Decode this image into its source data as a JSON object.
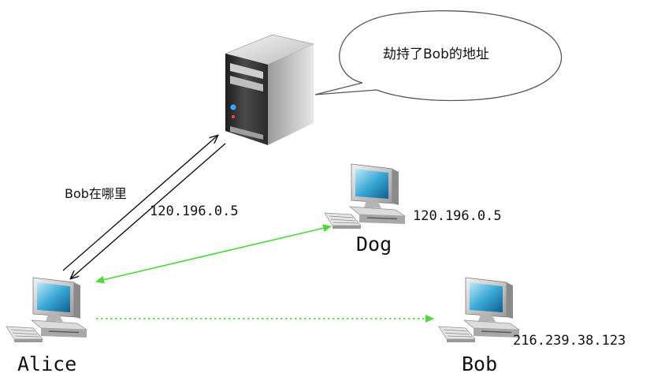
{
  "bubble": {
    "text": "劫持了Bob的地址"
  },
  "query": {
    "label": "Bob在哪里",
    "reply_ip": "120.196.0.5"
  },
  "nodes": {
    "dog": {
      "name": "Dog",
      "ip": "120.196.0.5"
    },
    "alice": {
      "name": "Alice"
    },
    "bob": {
      "name": "Bob",
      "ip": "216.239.38.123"
    }
  },
  "colors": {
    "link_to_dog": "#4cd93a",
    "link_to_bob": "#4cd93a",
    "arrows_dns": "#111111"
  },
  "icons": {
    "server": "server-tower-icon",
    "computer": "desktop-computer-icon"
  }
}
